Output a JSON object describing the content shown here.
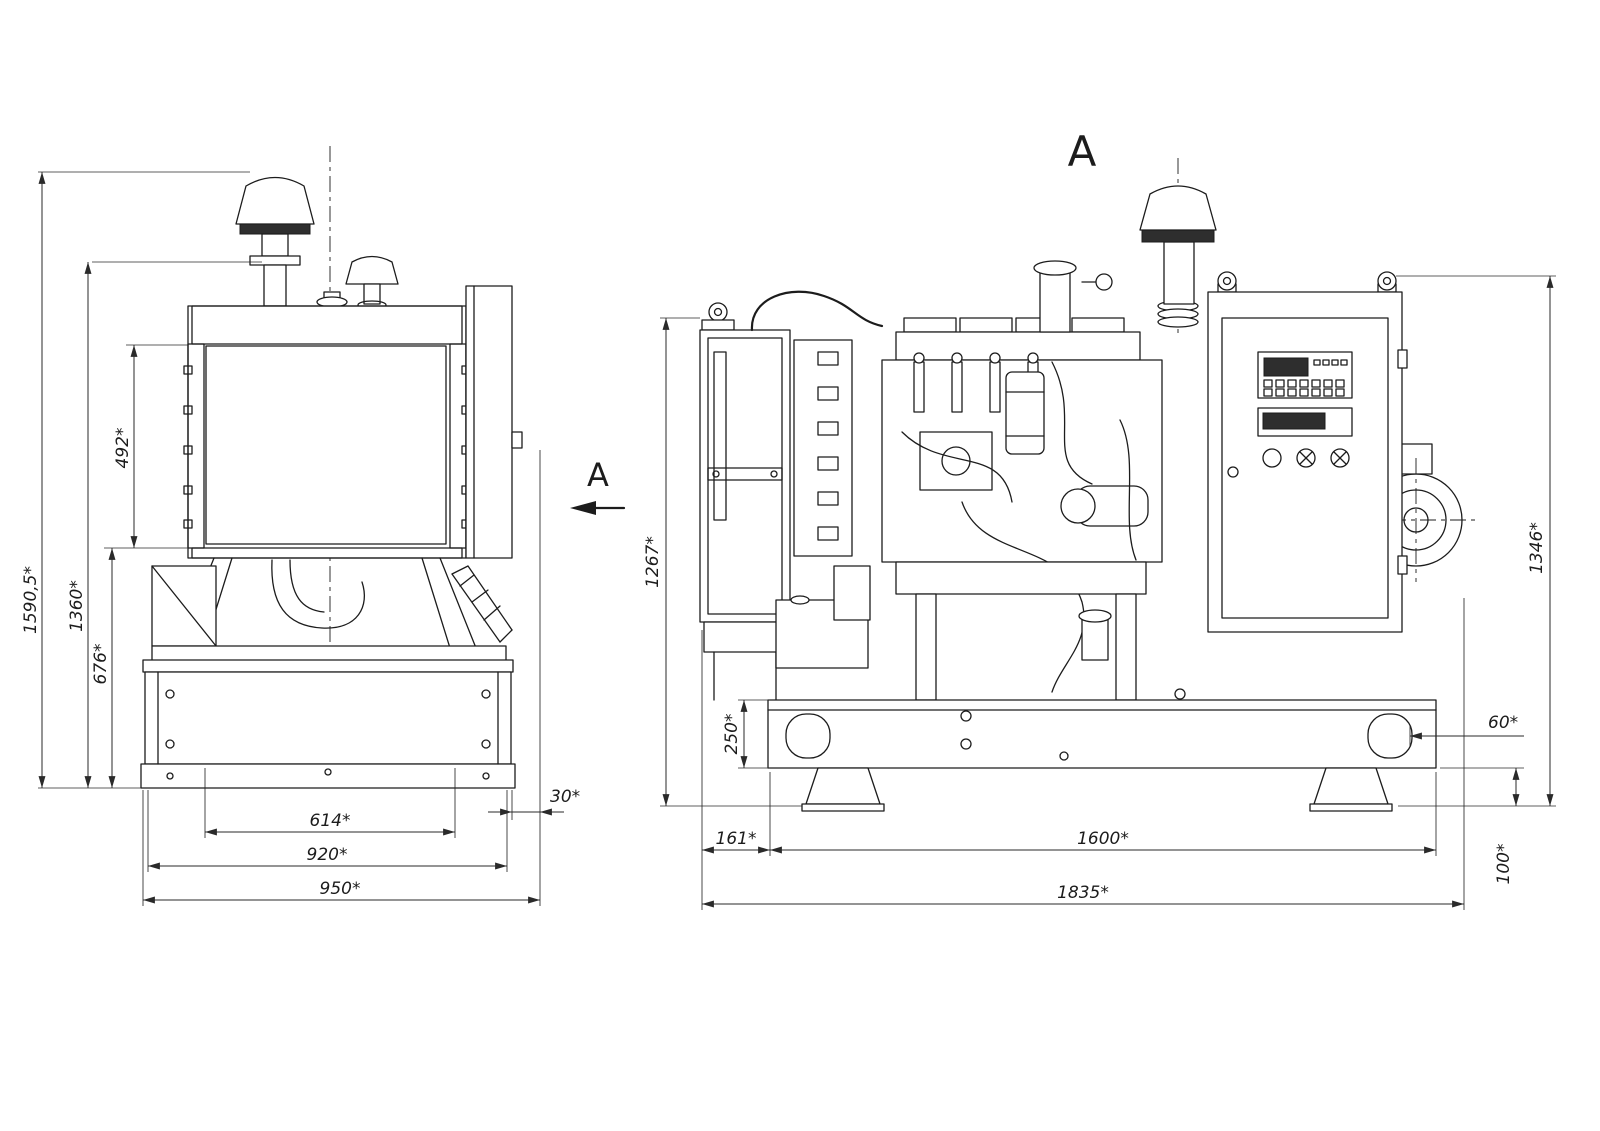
{
  "colors": {
    "ink": "#1c1c1c",
    "dim_line": "#2a2a2a",
    "background": "#ffffff",
    "panel_dark": "#2e2e2e"
  },
  "drawing": {
    "view_label": "A",
    "front_view": {
      "dimensions": {
        "overall_height": "1590,5*",
        "height_to_breather": "1360*",
        "base_to_radiator_height": "676*",
        "radiator_core_height": "492*",
        "mounting_width": "614*",
        "frame_width": "920*",
        "overall_width": "950*",
        "side_projection": "30*"
      }
    },
    "side_view": {
      "dimensions": {
        "unit_height": "1267*",
        "frame_height": "250*",
        "front_overhang": "161*",
        "frame_length": "1600*",
        "overall_length": "1835*",
        "foot_height": "100*",
        "lifting_hole_offset": "60*",
        "height_with_eyes": "1346*"
      }
    }
  }
}
